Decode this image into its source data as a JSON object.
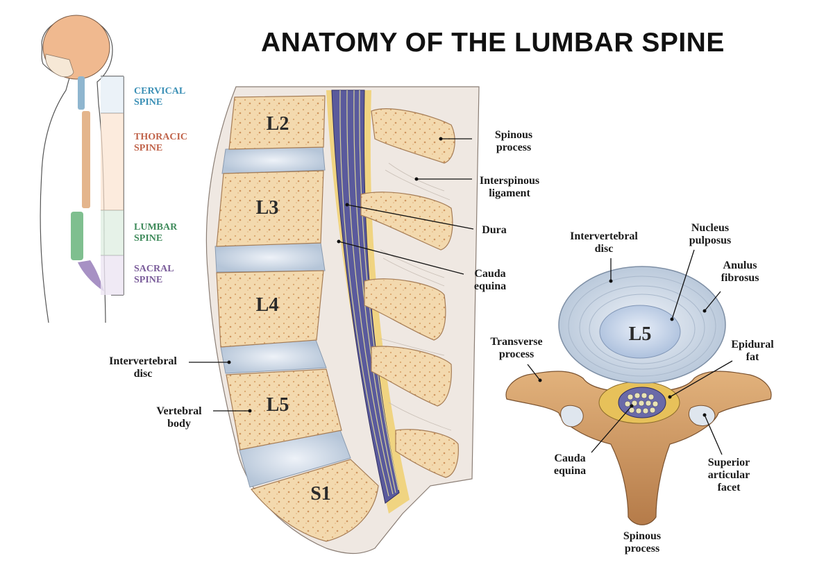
{
  "title": "ANATOMY OF THE LUMBAR SPINE",
  "regions": {
    "cervical": [
      "CERVICAL",
      "SPINE"
    ],
    "thoracic": [
      "THORACIC",
      "SPINE"
    ],
    "lumbar": [
      "LUMBAR",
      "SPINE"
    ],
    "sacral": [
      "SACRAL",
      "SPINE"
    ]
  },
  "vertebrae": {
    "l2": "L2",
    "l3": "L3",
    "l4": "L4",
    "l5": "L5",
    "s1": "S1",
    "axial_l5": "L5"
  },
  "labels": {
    "spinous_process_side": [
      "Spinous",
      "process"
    ],
    "interspinous_ligament": [
      "Interspinous",
      "ligament"
    ],
    "dura": "Dura",
    "cauda_equina_side": [
      "Cauda",
      "equina"
    ],
    "intervertebral_disc_side": [
      "Intervertebral",
      "disc"
    ],
    "vertebral_body": [
      "Vertebral",
      "body"
    ],
    "intervertebral_disc_axial": [
      "Intervertebral",
      "disc"
    ],
    "nucleus_pulposus": [
      "Nucleus",
      "pulposus"
    ],
    "anulus_fibrosus": [
      "Anulus",
      "fibrosus"
    ],
    "transverse_process": [
      "Transverse",
      "process"
    ],
    "epidural_fat": [
      "Epidural",
      "fat"
    ],
    "cauda_equina_axial": [
      "Cauda",
      "equina"
    ],
    "superior_articular_facet": [
      "Superior",
      "articular",
      "facet"
    ],
    "spinous_process_axial": [
      "Spinous",
      "process"
    ]
  },
  "colors": {
    "cervical": "#3a8fb5",
    "thoracic": "#c0634a",
    "lumbar": "#3e8a5a",
    "sacral": "#7a5c9a",
    "bone": "#f3d9ae",
    "disc": "#c9d6e6",
    "nerve": "#4b4a8c",
    "fat": "#e7c15a"
  }
}
